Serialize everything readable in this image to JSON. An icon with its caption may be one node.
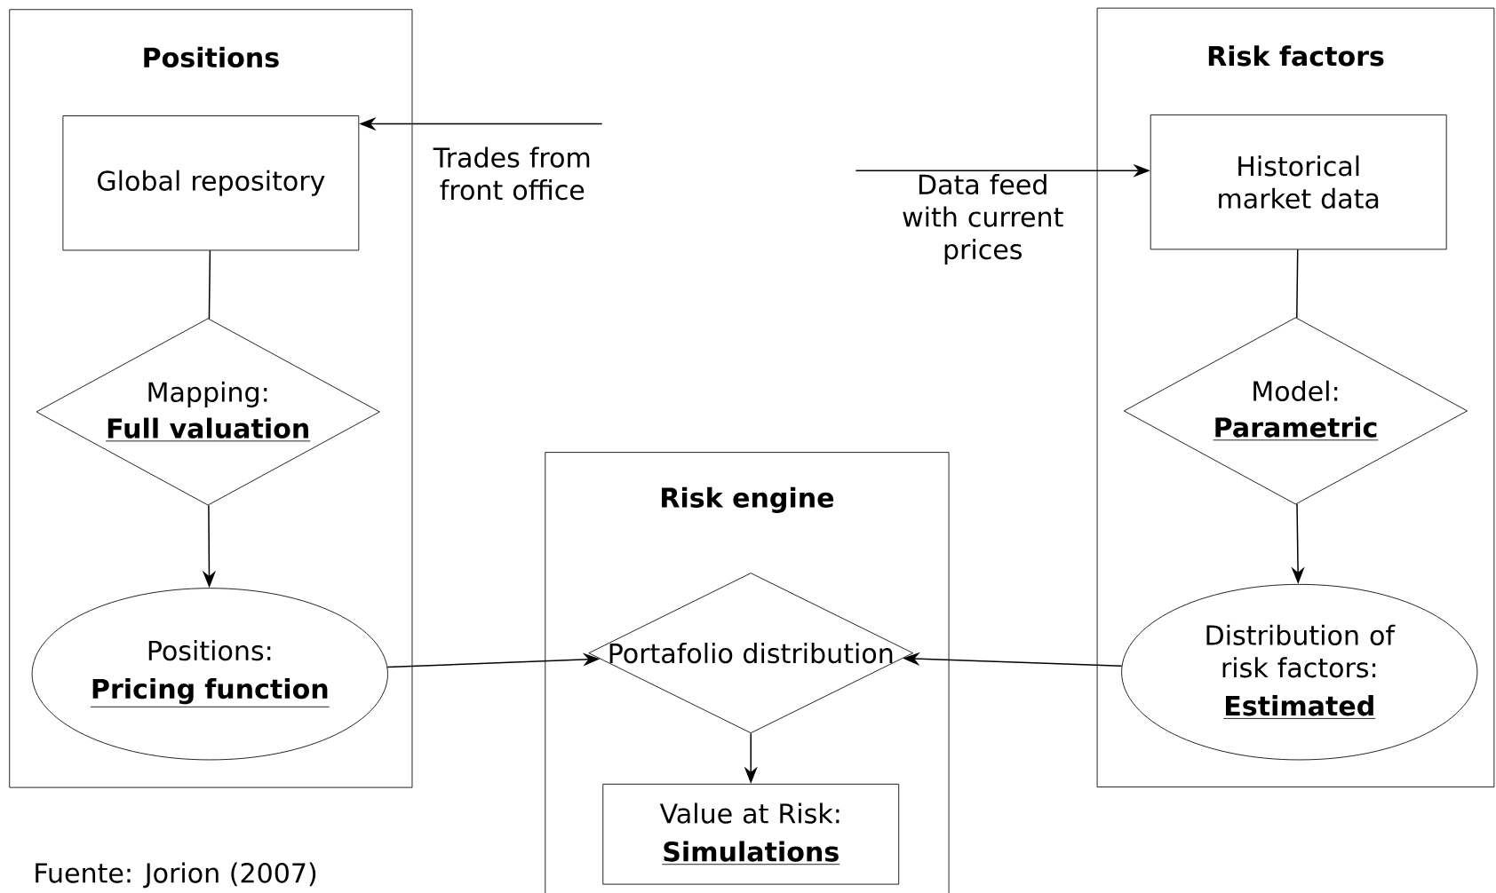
{
  "diagram": {
    "nodes": [
      {
        "text": [
          "Positions"
        ]
      },
      {
        "text": [
          "Global repository"
        ],
        "in": 0
      },
      {
        "text": [
          "Mapping:",
          "Full valuation"
        ],
        "in": 0
      },
      {
        "text": [
          "Positions:",
          "Pricing function"
        ],
        "in": 0
      },
      {
        "text": [
          "Risk factors"
        ]
      },
      {
        "text": [
          "Historical market data"
        ],
        "in": 4
      },
      {
        "text": [
          "Model:",
          "Parametric"
        ],
        "in": 4
      },
      {
        "text": [
          "Distribution of risk factors:",
          "Estimated"
        ],
        "in": 4
      },
      {
        "text": [
          "Risk engine"
        ]
      },
      {
        "text": [
          "Portafolio distribution"
        ],
        "in": 8
      },
      {
        "text": [
          "Value at Risk:",
          "Simulations"
        ],
        "in": 8
      }
    ],
    "edges": [
      {
        "from": null,
        "to": 1,
        "arrow": "to",
        "label": "Trades from front office"
      },
      {
        "from": null,
        "to": 5,
        "arrow": "to",
        "label": "Data feed with current prices"
      },
      {
        "from": 1,
        "to": 2,
        "arrow": "none"
      },
      {
        "from": 2,
        "to": 3,
        "arrow": "to"
      },
      {
        "from": 3,
        "to": 9,
        "arrow": "to"
      },
      {
        "from": 5,
        "to": 6,
        "arrow": "none"
      },
      {
        "from": 6,
        "to": 7,
        "arrow": "to"
      },
      {
        "from": 7,
        "to": 9,
        "arrow": "to"
      },
      {
        "from": 9,
        "to": 10,
        "arrow": "to"
      }
    ],
    "labels": [
      "Fuente: Jorion (2007)"
    ]
  }
}
